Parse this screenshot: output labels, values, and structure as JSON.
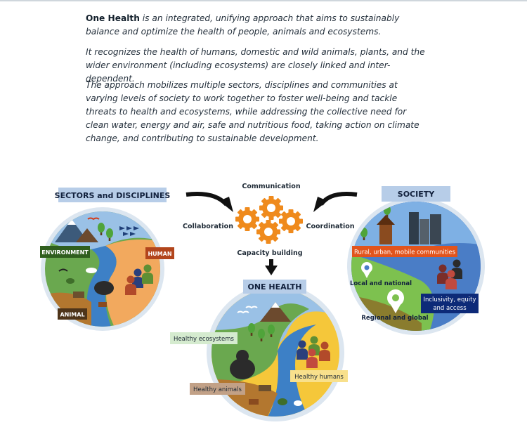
{
  "intro": {
    "lead_bold": "One Health",
    "lead_rest": " is an integrated, unifying approach that aims to sustainably balance and optimize the health of people, animals and ecosystems.",
    "p2": "It recognizes the health of humans, domestic and wild animals, plants, and the wider environment (including ecosystems) are closely linked and inter-dependent.",
    "p3": "The approach mobilizes multiple sectors, disciplines and communities at varying levels of society to work together to foster well-being and tackle threats to health and ecosystems, while addressing the collective need for clean water, energy and air, safe and nutritious food, taking action on climate change, and contributing to sustainable development."
  },
  "sectors": {
    "title": "SECTORS and DISCIPLINES",
    "environment": "ENVIRONMENT",
    "human": "HUMAN",
    "animal": "ANIMAL"
  },
  "center": {
    "communication": "Communication",
    "collaboration": "Collaboration",
    "coordination": "Coordination",
    "capacity": "Capacity building"
  },
  "society": {
    "title": "SOCIETY",
    "communities": "Rural, urban, mobile communities",
    "local": "Local and national",
    "regional": "Regional and global",
    "inclusivity_1": "Inclusivity, equity",
    "inclusivity_2": "and access"
  },
  "onehealth": {
    "title": "ONE HEALTH",
    "ecosystems": "Healthy ecosystems",
    "animals": "Healthy animals",
    "humans": "Healthy humans"
  },
  "colors": {
    "title_box": "#b7cde8",
    "environment": "#2f5e1e",
    "human": "#b2451c",
    "animal": "#4e3419",
    "communities": "#e2541c",
    "inclusivity": "#0d2a78",
    "gear": "#ef8a1c",
    "eco_label": "#d5ebcf",
    "animal_label": "#c2a187",
    "human_label": "#f8e08c"
  }
}
